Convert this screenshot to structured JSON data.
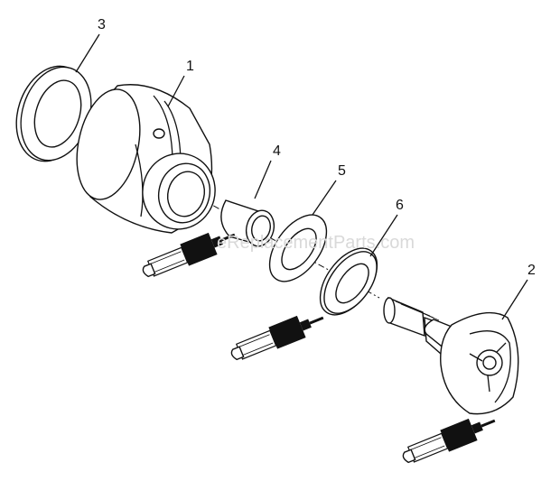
{
  "callouts": [
    {
      "id": "1",
      "label": "1"
    },
    {
      "id": "2",
      "label": "2"
    },
    {
      "id": "3",
      "label": "3"
    },
    {
      "id": "4",
      "label": "4"
    },
    {
      "id": "5",
      "label": "5"
    },
    {
      "id": "6",
      "label": "6"
    }
  ],
  "watermark": "eReplacementParts.com",
  "colors": {
    "line": "#111111",
    "fill": "#ffffff",
    "watermark": "#d9d9d9",
    "grease_band": "#111111"
  }
}
